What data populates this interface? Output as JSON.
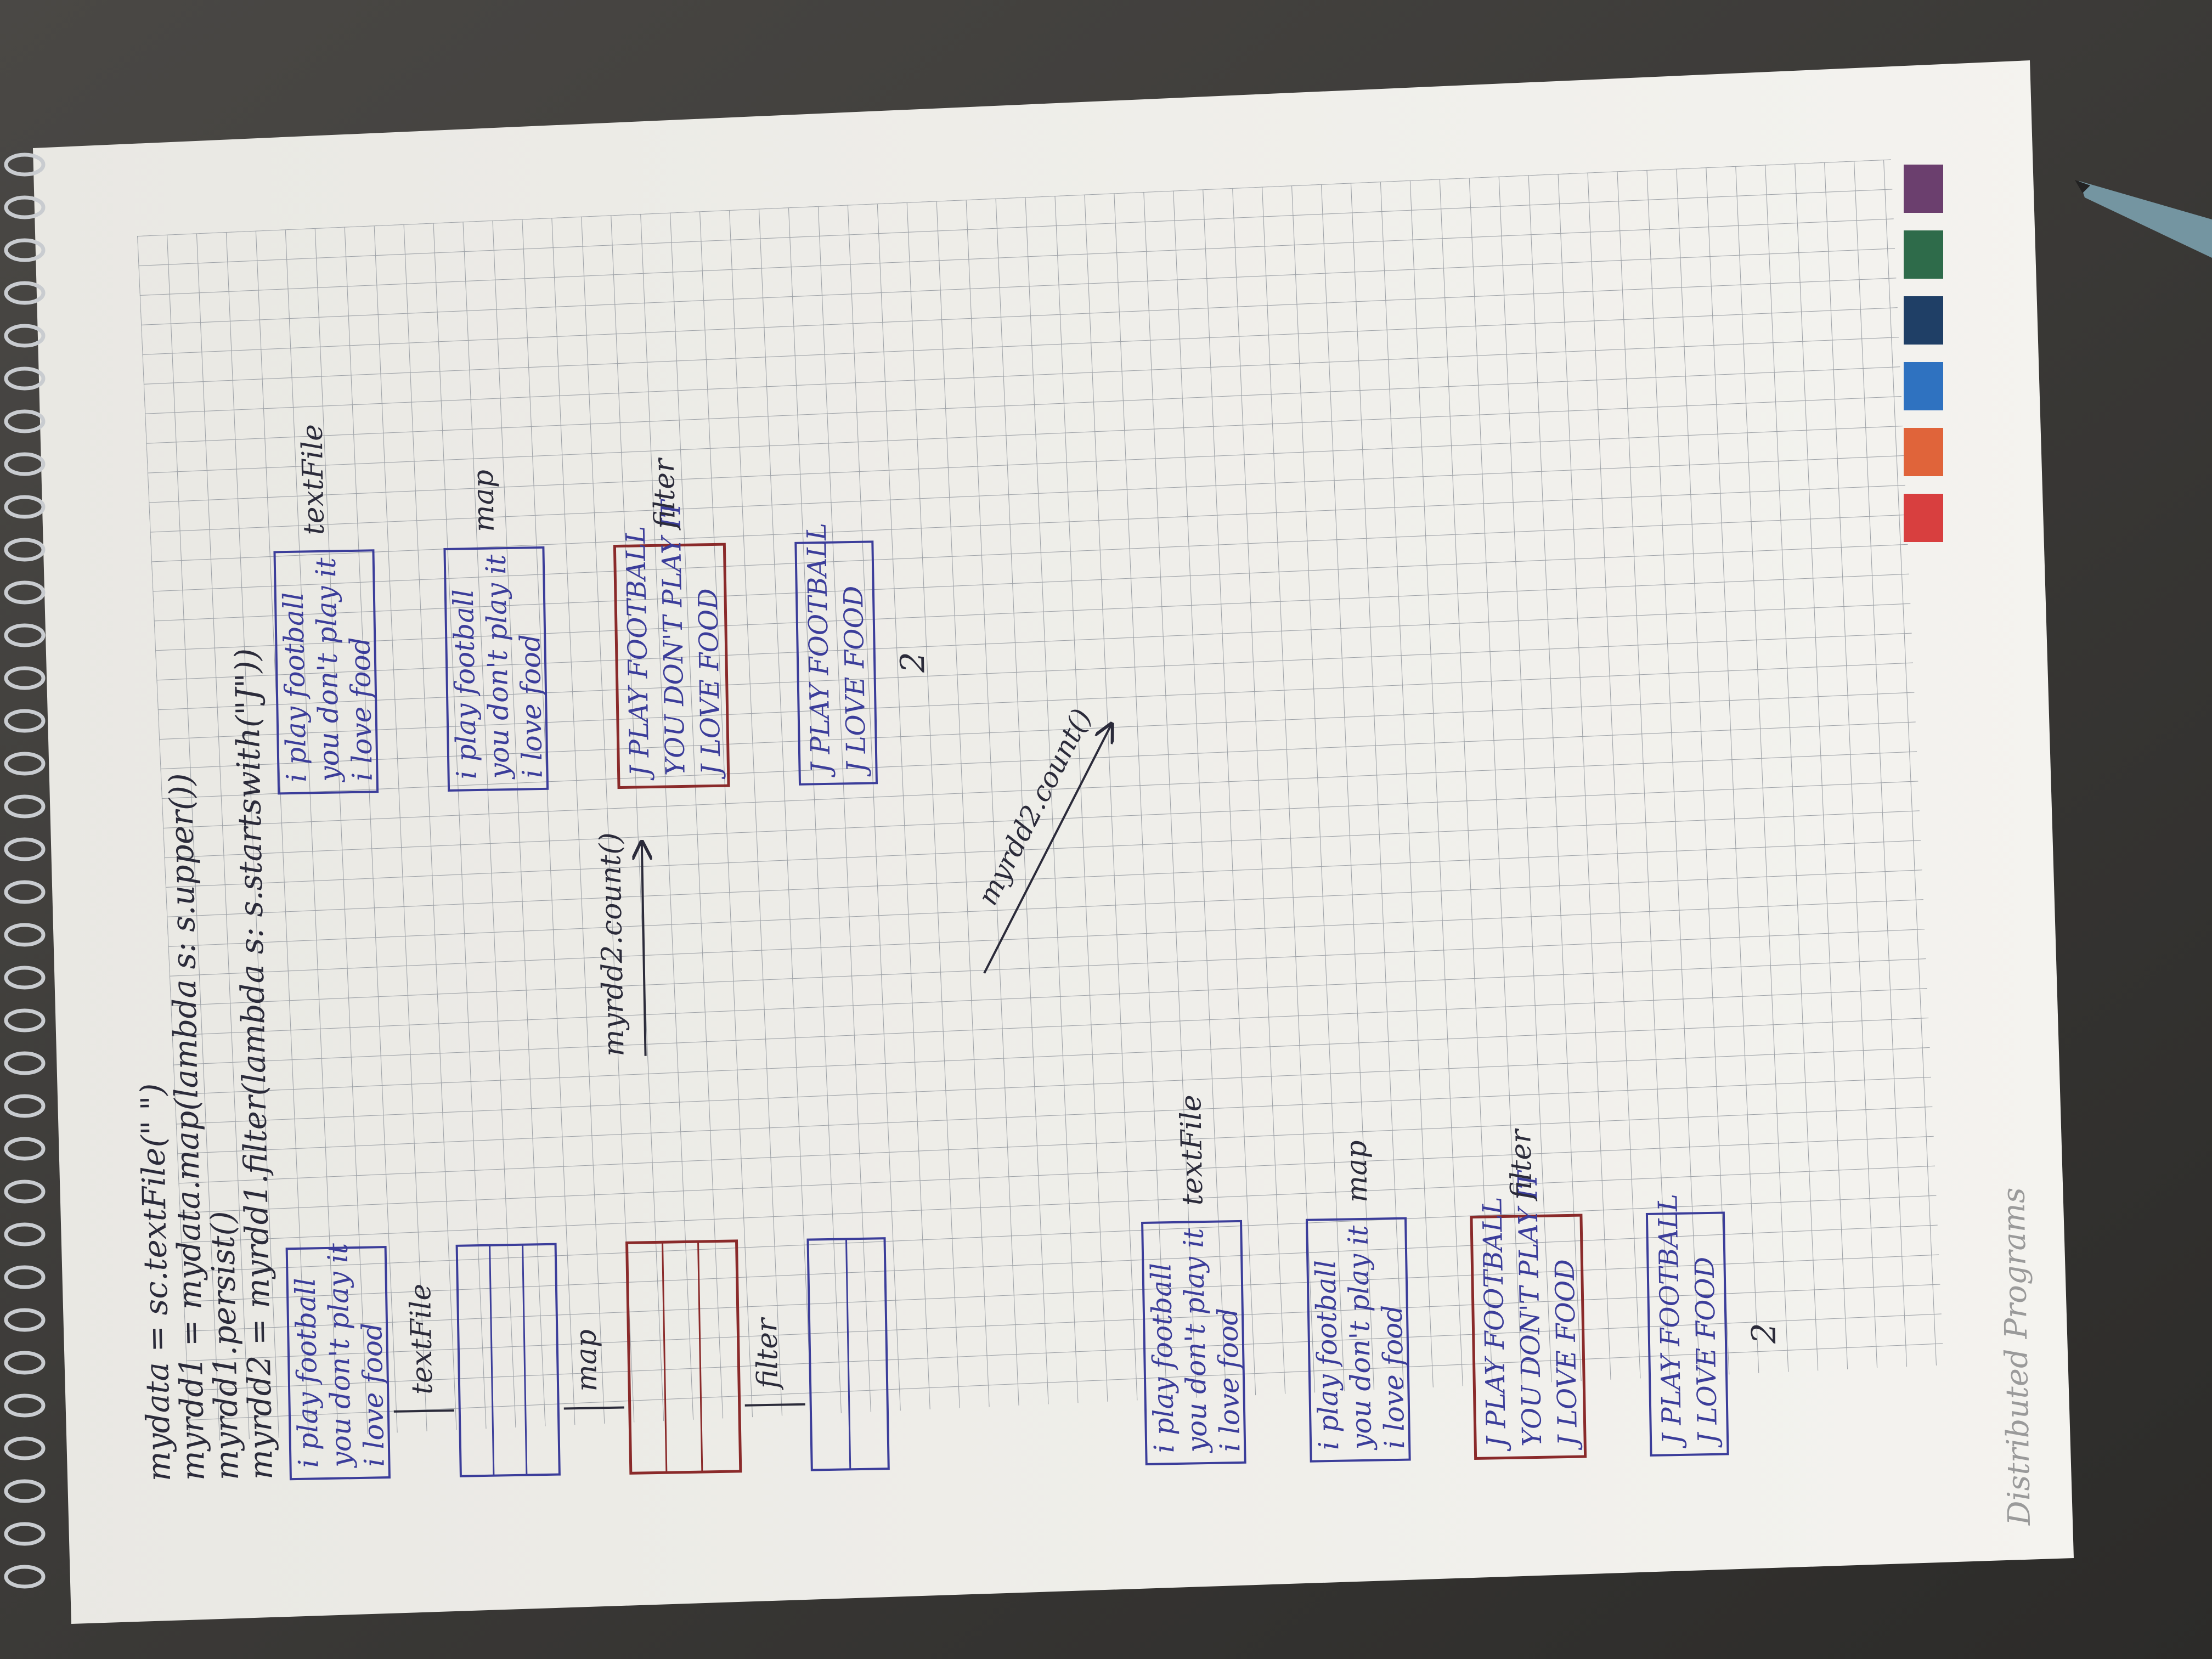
{
  "photo_subject": "notebook page",
  "header": {
    "code_lines": [
      "mydata = sc.textFile(\"   \")",
      "myrdd1 = mydata.map(lambda s: s.upper())",
      "myrdd1.persist()",
      "myrdd2 = myrdd1.filter(lambda s: s.startswith(\"J\"))"
    ]
  },
  "steps": {
    "textfile": "textFile",
    "map": "map",
    "filter": "filter",
    "count": "myrdd2.count()",
    "result": "2"
  },
  "rows": {
    "input": [
      "i play football",
      "you don't play it",
      "i love food"
    ],
    "upper": [
      "J PLAY FOOTBALL",
      "YOU DON'T PLAY IT",
      "J LOVE FOOD"
    ],
    "filtered": [
      "J PLAY FOOTBALL",
      "J LOVE FOOD"
    ]
  },
  "corner_label": "Distributed Programs",
  "swatches": [
    "#6b3f6e",
    "#2e6b4a",
    "#1f3f66",
    "#2f72c0",
    "#e0643a",
    "#d83f3f"
  ],
  "colors": {
    "ink_blue": "#3b3d9a",
    "ink_black": "#2b2b3a",
    "ink_red": "#8a2a2a",
    "grid": "#9fa3a8",
    "paper": "#f1f0ec"
  }
}
